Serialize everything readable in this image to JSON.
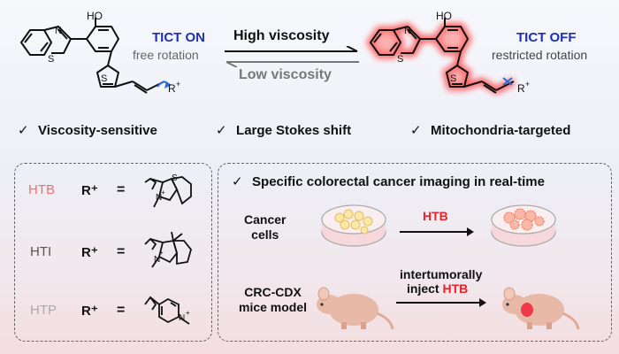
{
  "top": {
    "left_label": "TICT ON",
    "left_sub": "free rotation",
    "right_label": "TICT OFF",
    "right_sub": "restricted rotation",
    "arrow_forward": "High viscosity",
    "arrow_back": "Low viscosity",
    "atoms": {
      "oh": "HO",
      "n": "N",
      "s": "S",
      "r": "R"
    }
  },
  "features": [
    {
      "check": "✓",
      "text": "Viscosity-sensitive"
    },
    {
      "check": "✓",
      "text": "Large Stokes shift"
    },
    {
      "check": "✓",
      "text": "Mitochondria-targeted"
    }
  ],
  "probes": [
    {
      "name": "HTB",
      "color": "#f07070",
      "r": "R⁺",
      "eq": "=",
      "atoms": [
        "S",
        "N",
        "+"
      ]
    },
    {
      "name": "HTI",
      "color": "#555555",
      "r": "R⁺",
      "eq": "=",
      "atoms": [
        "N",
        "+"
      ]
    },
    {
      "name": "HTP",
      "color": "#aaaaaa",
      "r": "R⁺",
      "eq": "=",
      "atoms": [
        "N",
        "+"
      ]
    }
  ],
  "panel": {
    "title": "Specific colorectal cancer imaging in real-time",
    "check": "✓",
    "cells_label": [
      "Cancer",
      "cells"
    ],
    "cells_probe": "HTB",
    "mice_label": [
      "CRC-CDX",
      "mice model"
    ],
    "inject_line1": "intertumorally",
    "inject_word": "inject",
    "inject_probe": "HTB"
  },
  "colors": {
    "glow": "#ff3030",
    "tict": "#1f2fb0",
    "htb_red": "#e8232a",
    "rotation_arrow": "#2a6fd6"
  }
}
